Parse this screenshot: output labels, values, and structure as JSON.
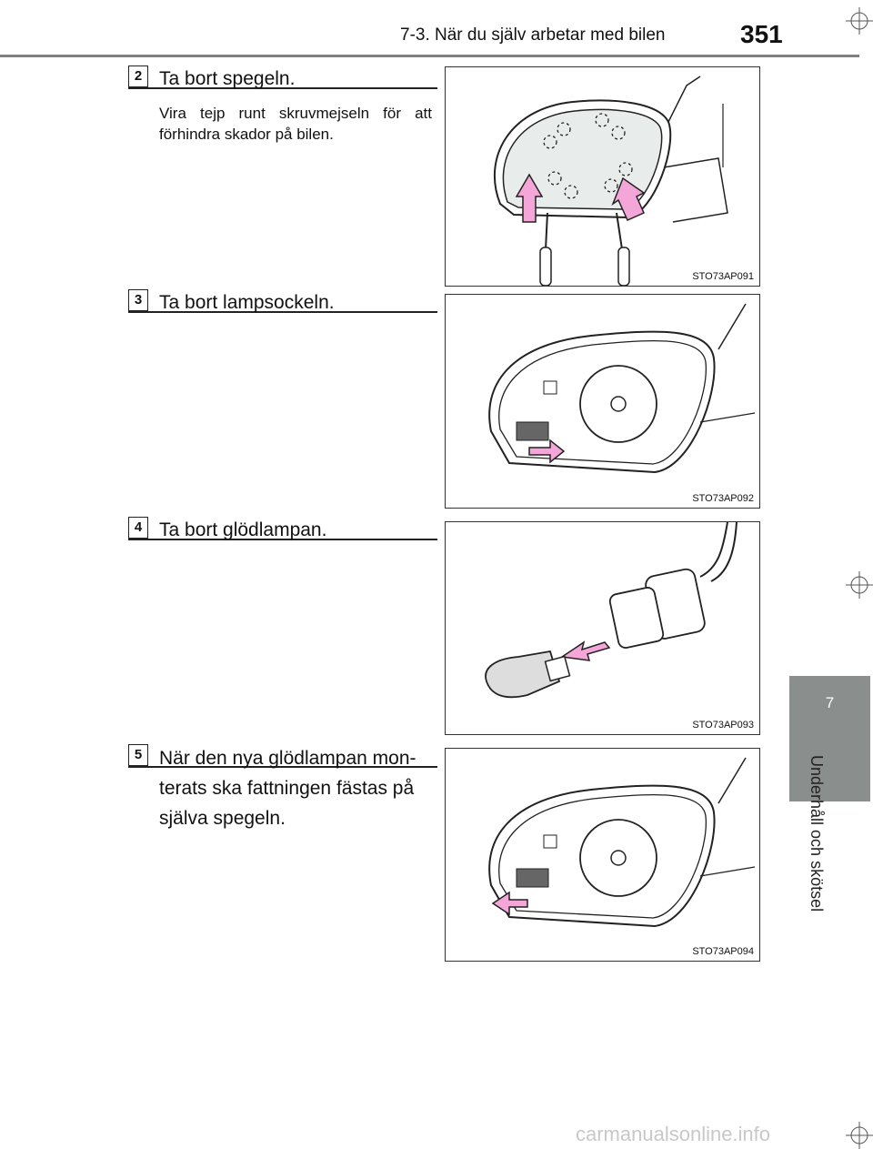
{
  "header": {
    "section": "7-3. När du själv arbetar med bilen",
    "page_number": "351"
  },
  "side_tab": {
    "chapter_number": "7",
    "chapter_title": "Underhåll och skötsel"
  },
  "steps": [
    {
      "number": "2",
      "title": "Ta bort spegeln.",
      "note": "Vira tejp runt skruvmejseln för att förhindra skador på bilen.",
      "figure_code": "STO73AP091"
    },
    {
      "number": "3",
      "title": "Ta bort lampsockeln.",
      "figure_code": "STO73AP092"
    },
    {
      "number": "4",
      "title": "Ta bort glödlampan.",
      "figure_code": "STO73AP093"
    },
    {
      "number": "5",
      "title": "När den nya glödlampan mon-terats ska fattningen fästas på själva spegeln.",
      "title_lines": [
        "När den nya glödlampan mon-",
        "terats ska fattningen fästas på",
        "själva spegeln."
      ],
      "figure_code": "STO73AP094"
    }
  ],
  "watermark": "carmanualsonline.info",
  "colors": {
    "arrow_fill": "#f5a6d8",
    "tab_gray": "#8a8f8d",
    "rule_gray": "#808080"
  }
}
